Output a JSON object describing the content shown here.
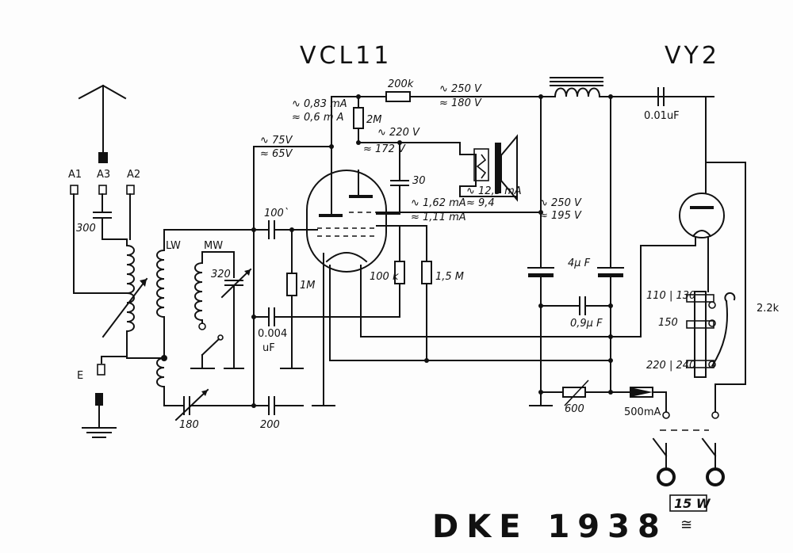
{
  "title": "DKE 1938",
  "tubes": {
    "left": "VCL11",
    "right": "VY2"
  },
  "power_rating": "15 W",
  "ac_symbol": "≅",
  "labels": {
    "a1": "A1",
    "a3": "A3",
    "a2": "A2",
    "e": "E",
    "c300": "300",
    "lw": "LW",
    "mw": "MW",
    "c320": "320",
    "c180": "180",
    "c100": "100`",
    "r1m": "1M",
    "c0004": "0.004",
    "uf": "uF",
    "c200": "200",
    "r2m": "2M",
    "r200k": "200k",
    "c30": "30",
    "r100k": "100 k",
    "r15m": "1,5 M",
    "c001uf": "0.01uF",
    "c4uf": "4µ F",
    "c09uf": "0,9µ F",
    "r600": "600",
    "fuse": "500mA",
    "r22k": "2.2k",
    "tap110": "110 | 130",
    "tap150": "150",
    "tap220": "220 | 240"
  },
  "voltages": {
    "v083ma": "∿ 0,83   mA",
    "v06ma": "≈ 0,6 m   A",
    "v250": "∿ 250 V",
    "v180": "≈ 180 V",
    "v220": "∿ 220 V",
    "v172": "≈ 172   V",
    "v75": "∿ 75V",
    "v65": "≈ 65V",
    "v125": "∿ 12,5 mA",
    "v94": "≈ 9,4",
    "v162": "∿ 1,62 mA",
    "v111": "≈ 1,11 mA",
    "v250b": "∿ 250 V",
    "v195": "≈ 195 V"
  }
}
